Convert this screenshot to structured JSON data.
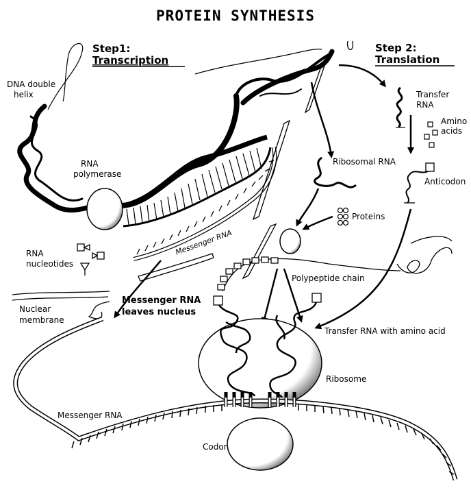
{
  "title": "PROTEIN SYNTHESIS",
  "step1": {
    "line1": "Step1:",
    "line2": "Transcription"
  },
  "step2": {
    "line1": "Step 2:",
    "line2": "Translation"
  },
  "labels": {
    "dna_line1": "DNA double",
    "dna_line2": "helix",
    "rnapol_line1": "RNA",
    "rnapol_line2": "polymerase",
    "rnanuc_line1": "RNA",
    "rnanuc_line2": "nucleotides",
    "messenger_rna_strand": "Messenger RNA",
    "ribosomal_rna": "Ribosomal RNA",
    "proteins": "Proteins",
    "transfer_line1": "Transfer",
    "transfer_line2": "RNA",
    "amino_line1": "Amino",
    "amino_line2": "acids",
    "anticodon": "Anticodon",
    "polypeptide": "Polypeptide chain",
    "nuclear_line1": "Nuclear",
    "nuclear_line2": "membrane",
    "leaves_line1": "Messenger RNA",
    "leaves_line2": "leaves nucleus",
    "trna_amino": "Transfer RNA with amino acid",
    "ribosome": "Ribosome",
    "messenger_rna": "Messenger RNA",
    "codon": "Codon"
  },
  "colors": {
    "ink": "#000000",
    "paper": "#ffffff"
  }
}
